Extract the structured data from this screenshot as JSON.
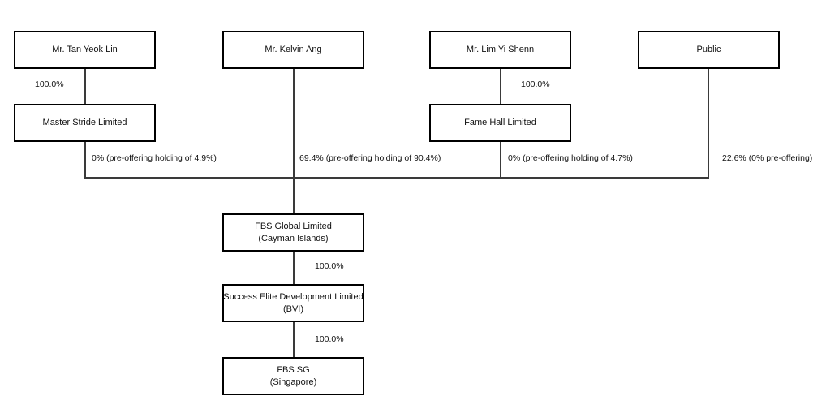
{
  "diagram": {
    "title": "Corporate Shareholding Structure",
    "background_color": "#ffffff",
    "line_color": "#3a3a3a",
    "box_border_color": "#000000",
    "text_color": "#111111"
  },
  "nodes": {
    "tan_yeok_lin": {
      "line1": "Mr. Tan Yeok Lin",
      "line2": ""
    },
    "kelvin_ang": {
      "line1": "Mr. Kelvin Ang",
      "line2": ""
    },
    "lim_yi_shenn": {
      "line1": "Mr. Lim Yi Shenn",
      "line2": ""
    },
    "public": {
      "line1": "Public",
      "line2": ""
    },
    "master_stride": {
      "line1": "Master Stride Limited",
      "line2": ""
    },
    "fame_hall": {
      "line1": "Fame Hall Limited",
      "line2": ""
    },
    "fbs_global": {
      "line1": "FBS Global Limited",
      "line2": "(Cayman Islands)"
    },
    "success_elite": {
      "line1": "Success Elite Development Limited",
      "line2": "(BVI)"
    },
    "fbs_sg": {
      "line1": "FBS SG",
      "line2": "(Singapore)"
    }
  },
  "edges": {
    "tan_to_master": {
      "label": "100.0%"
    },
    "lim_to_fame": {
      "label": "100.0%"
    },
    "master_to_fbs_global": {
      "label": "0% (pre-offering holding of 4.9%)"
    },
    "kelvin_to_fbs_global": {
      "label": "69.4% (pre-offering holding of 90.4%)"
    },
    "fame_to_fbs_global": {
      "label": "0% (pre-offering holding of 4.7%)"
    },
    "public_to_fbs_global": {
      "label": "22.6% (0% pre-offering)"
    },
    "fbs_global_to_success": {
      "label": "100.0%"
    },
    "success_to_fbs_sg": {
      "label": "100.0%"
    }
  }
}
